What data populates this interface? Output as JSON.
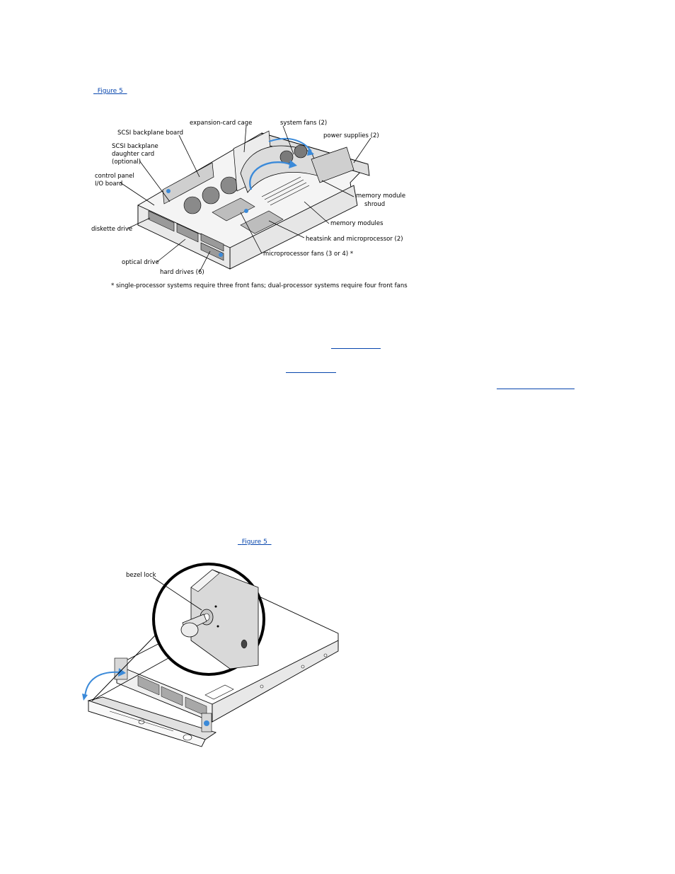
{
  "figure1": {
    "link_text": "Figure 5",
    "labels": {
      "expansion_card_cage": "expansion-card cage",
      "system_fans": "system fans (2)",
      "scsi_backplane_board": "SCSI backplane board",
      "power_supplies": "power supplies (2)",
      "scsi_daughter_line1": "SCSI backplane",
      "scsi_daughter_line2": "daughter card",
      "scsi_daughter_line3": "(optional)",
      "control_panel_line1": "control panel",
      "control_panel_line2": "I/O board",
      "memory_shroud_line1": "memory module",
      "memory_shroud_line2": "shroud",
      "memory_modules": "memory modules",
      "diskette_drive": "diskette drive",
      "heatsink": "heatsink and microprocessor (2)",
      "microprocessor_fans": "microprocessor fans (3 or 4) *",
      "optical_drive": "optical drive",
      "hard_drives": "hard drives (6)",
      "footnote": "* single-processor systems require three front fans; dual-processor systems require four front fans"
    }
  },
  "figure2": {
    "link_text": "Figure 5",
    "labels": {
      "bezel_lock": "bezel lock"
    }
  },
  "colors": {
    "link": "#0645ad",
    "arrow": "#3b8ad9"
  }
}
